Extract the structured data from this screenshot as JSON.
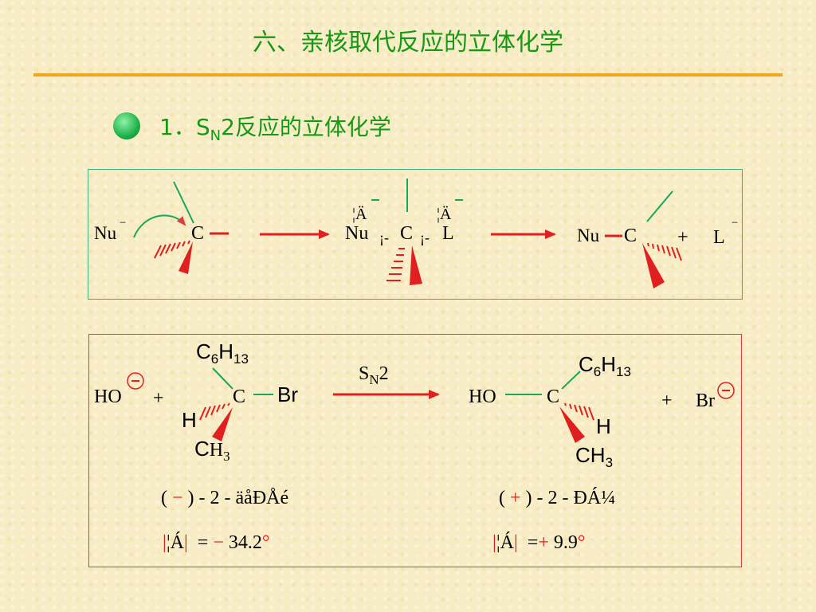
{
  "title": "六、亲核取代反应的立体化学",
  "section": {
    "number": "1．",
    "S": "S",
    "N": "N",
    "rest": "2反应的立体化学"
  },
  "mechanism": {
    "nu": "Nu",
    "minus": "−",
    "c": "C",
    "l": "L",
    "ts_charge_left": "¦Ä",
    "ts_charge_right": "¦Ä",
    "ts_bond_marks": "¡-",
    "plus": "+"
  },
  "example": {
    "ho": "HO",
    "plus": "+",
    "c": "C",
    "br": "Br",
    "h": "H",
    "c6": "C",
    "c6sub": "6",
    "h13": "H",
    "h13sub": "13",
    "ch3_c": "C",
    "ch3_h": "H",
    "ch3_sub": "3",
    "sn2_s": "S",
    "sn2_n": "N",
    "sn2_2": "2",
    "reactant_name_open": "(",
    "reactant_name_sign": "−",
    "reactant_name_rest": ") - 2 - äåÐÅ­é",
    "product_name_open": "(",
    "product_name_sign": "+",
    "product_name_rest": ") - 2 - ÐÁ¼",
    "reactant_rot_label": "¦Á",
    "reactant_rot_eq": "=",
    "reactant_rot_sign": "−",
    "reactant_rot_value": "34.2",
    "product_rot_label": "¦Á",
    "product_rot_eq": "=",
    "product_rot_sign": "+",
    "product_rot_value": "9.9",
    "degree": "°"
  },
  "colors": {
    "title": "#169a14",
    "rule": "#f4a51a",
    "arrow": "#e02020",
    "bond": "#18a85a",
    "wedge": "#e02020"
  }
}
